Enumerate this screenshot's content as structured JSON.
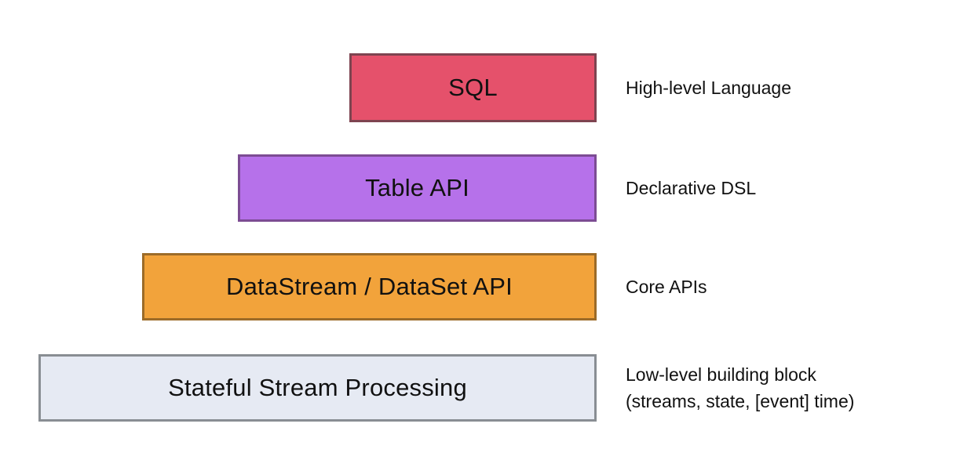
{
  "diagram": {
    "layers": [
      {
        "label": "SQL",
        "description_lines": [
          "High-level Language"
        ],
        "fill": "#E5516B",
        "border": "#7E4450"
      },
      {
        "label": "Table API",
        "description_lines": [
          "Declarative DSL"
        ],
        "fill": "#B671EA",
        "border": "#7C4C93"
      },
      {
        "label": "DataStream / DataSet API",
        "description_lines": [
          "Core APIs"
        ],
        "fill": "#F2A33B",
        "border": "#9C6B28"
      },
      {
        "label": "Stateful Stream Processing",
        "description_lines": [
          "Low-level building block",
          "(streams, state, [event] time)"
        ],
        "fill": "#E6EAF3",
        "border": "#898E93"
      }
    ],
    "text_color": "#111111",
    "background_color": "#FFFFFF"
  }
}
